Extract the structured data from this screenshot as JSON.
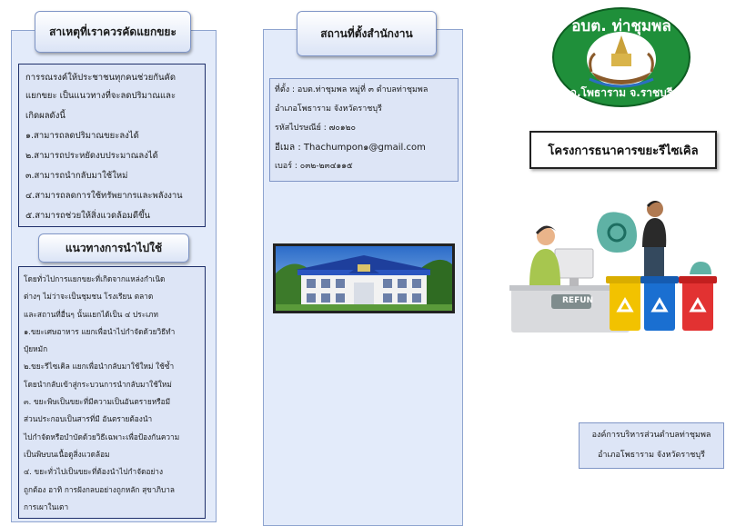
{
  "left": {
    "reasons_title": "สาเหตุที่เราควรคัดแยกขยะ",
    "reasons_lines": [
      "การรณรงค์ให้ประชาชนทุกคนช่วยกันคัด",
      "แยกขยะ เป็นแนวทางที่จะลดปริมาณและ",
      "เกิดผลดังนี้",
      "๑.สามารถลดปริมาณขยะลงได้",
      "๒.สามารถประหยัดงบประมาณลงได้",
      "๓.สามารถนำกลับมาใช้ใหม่",
      "๔.สามารถลดการใช้ทรัพยากรและพลังงาน",
      "๕.สามารถช่วยให้สิ่งแวดล้อมดีขึ้น"
    ],
    "guide_title": "แนวทางการนำไปใช้",
    "guide_lines": [
      " โดยทั่วไปการแยกขยะที่เกิดจากแหล่งกำเนิด",
      "ต่างๆ ไม่ว่าจะเป็นชุมชน โรงเรียน ตลาด",
      "และสถานที่อื่นๆ นั้นแยกได้เป็น ๔ ประเภท",
      "๑.ขยะเศษอาหาร แยกเพื่อนำไปกำจัดด้วยวิธีทำ",
      "ปุ๋ยหมัก",
      "๒.ขยะรีไซเคิล แยกเพื่อนำกลับมาใช้ใหม่ ใช้ซ้ำ",
      "โดยนำกลับเข้าสู่กระบวนการนำกลับมาใช้ใหม่",
      "๓. ขยะพิษเป็นขยะที่มีความเป็นอันตรายหรือมี",
      "ส่วนประกอบเป็นสารที่มี อันตรายต้องนำ",
      "ไปกำจัดหรือบำบัดด้วยวิธีเฉพาะเพื่อป้องกันความ",
      "เป็นพิษบนเนื้อดูสิ่งแวดล้อม",
      "๔. ขยะทั่วไปเป็นขยะที่ต้องนำไปกำจัดอย่าง",
      "ถูกต้อง อาทิ การฝังกลบอย่างถูกหลัก สุขาภิบาล",
      "การเผาในเตา"
    ]
  },
  "middle": {
    "office_title": "สถานที่ตั้งสำนักงาน",
    "info_lines": [
      "ที่ตั้ง : อบต.ท่าชุมพล หมู่ที่ ๓ ตำบลท่าชุมพล",
      "อำเภอโพธาราม จังหวัดราชบุรี",
      "รหัสไปรษณีย์ : ๗๐๑๒๐",
      "อีเมล : Thachumpon๑@gmail.com",
      "เบอร์ : ๐๓๒-๒๓๔๑๑๕"
    ]
  },
  "right": {
    "logo_top_text": "อบต. ท่าชุมพล",
    "logo_bottom_text": "อ.โพธาราม จ.ราชบุรี",
    "project_title": "โครงการธนาคารขยะรีไซเคิล",
    "refund_label": "REFUN",
    "org_lines": [
      "องค์การบริหารส่วนตำบลท่าชุมพล",
      "อำเภอโพธาราม จังหวัดราชบุรี"
    ]
  },
  "colors": {
    "panel_blue": "#e3ebfa",
    "border_dark": "#1e2f6a",
    "logo_green": "#1f8f3a",
    "bin_yellow": "#f2c200",
    "bin_blue": "#1a6fd1",
    "bin_red": "#e23232"
  }
}
